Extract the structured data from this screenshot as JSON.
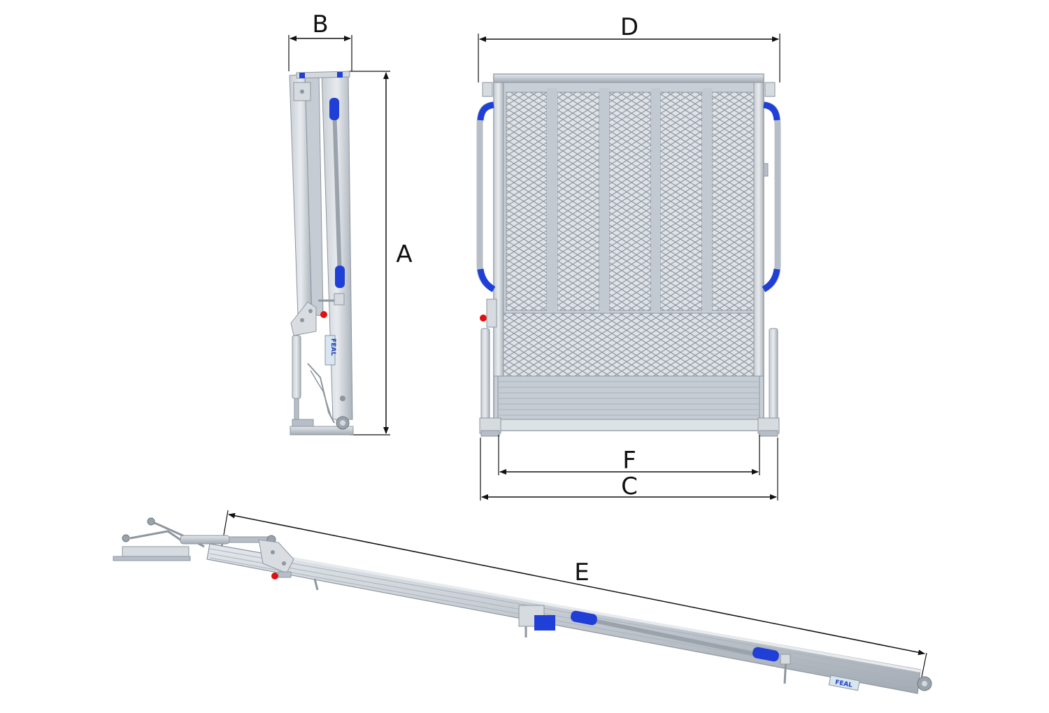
{
  "labels": {
    "A": "A",
    "B": "B",
    "C": "C",
    "D": "D",
    "E": "E",
    "F": "F"
  },
  "brand": "FEAL",
  "colors": {
    "metal_light": "#d4d9df",
    "metal_mid": "#b7bec7",
    "metal_dark": "#8e969f",
    "accent_blue": "#1f3fd6",
    "handle_red": "#e01010",
    "dimension_line": "#111111",
    "background": "#ffffff"
  }
}
